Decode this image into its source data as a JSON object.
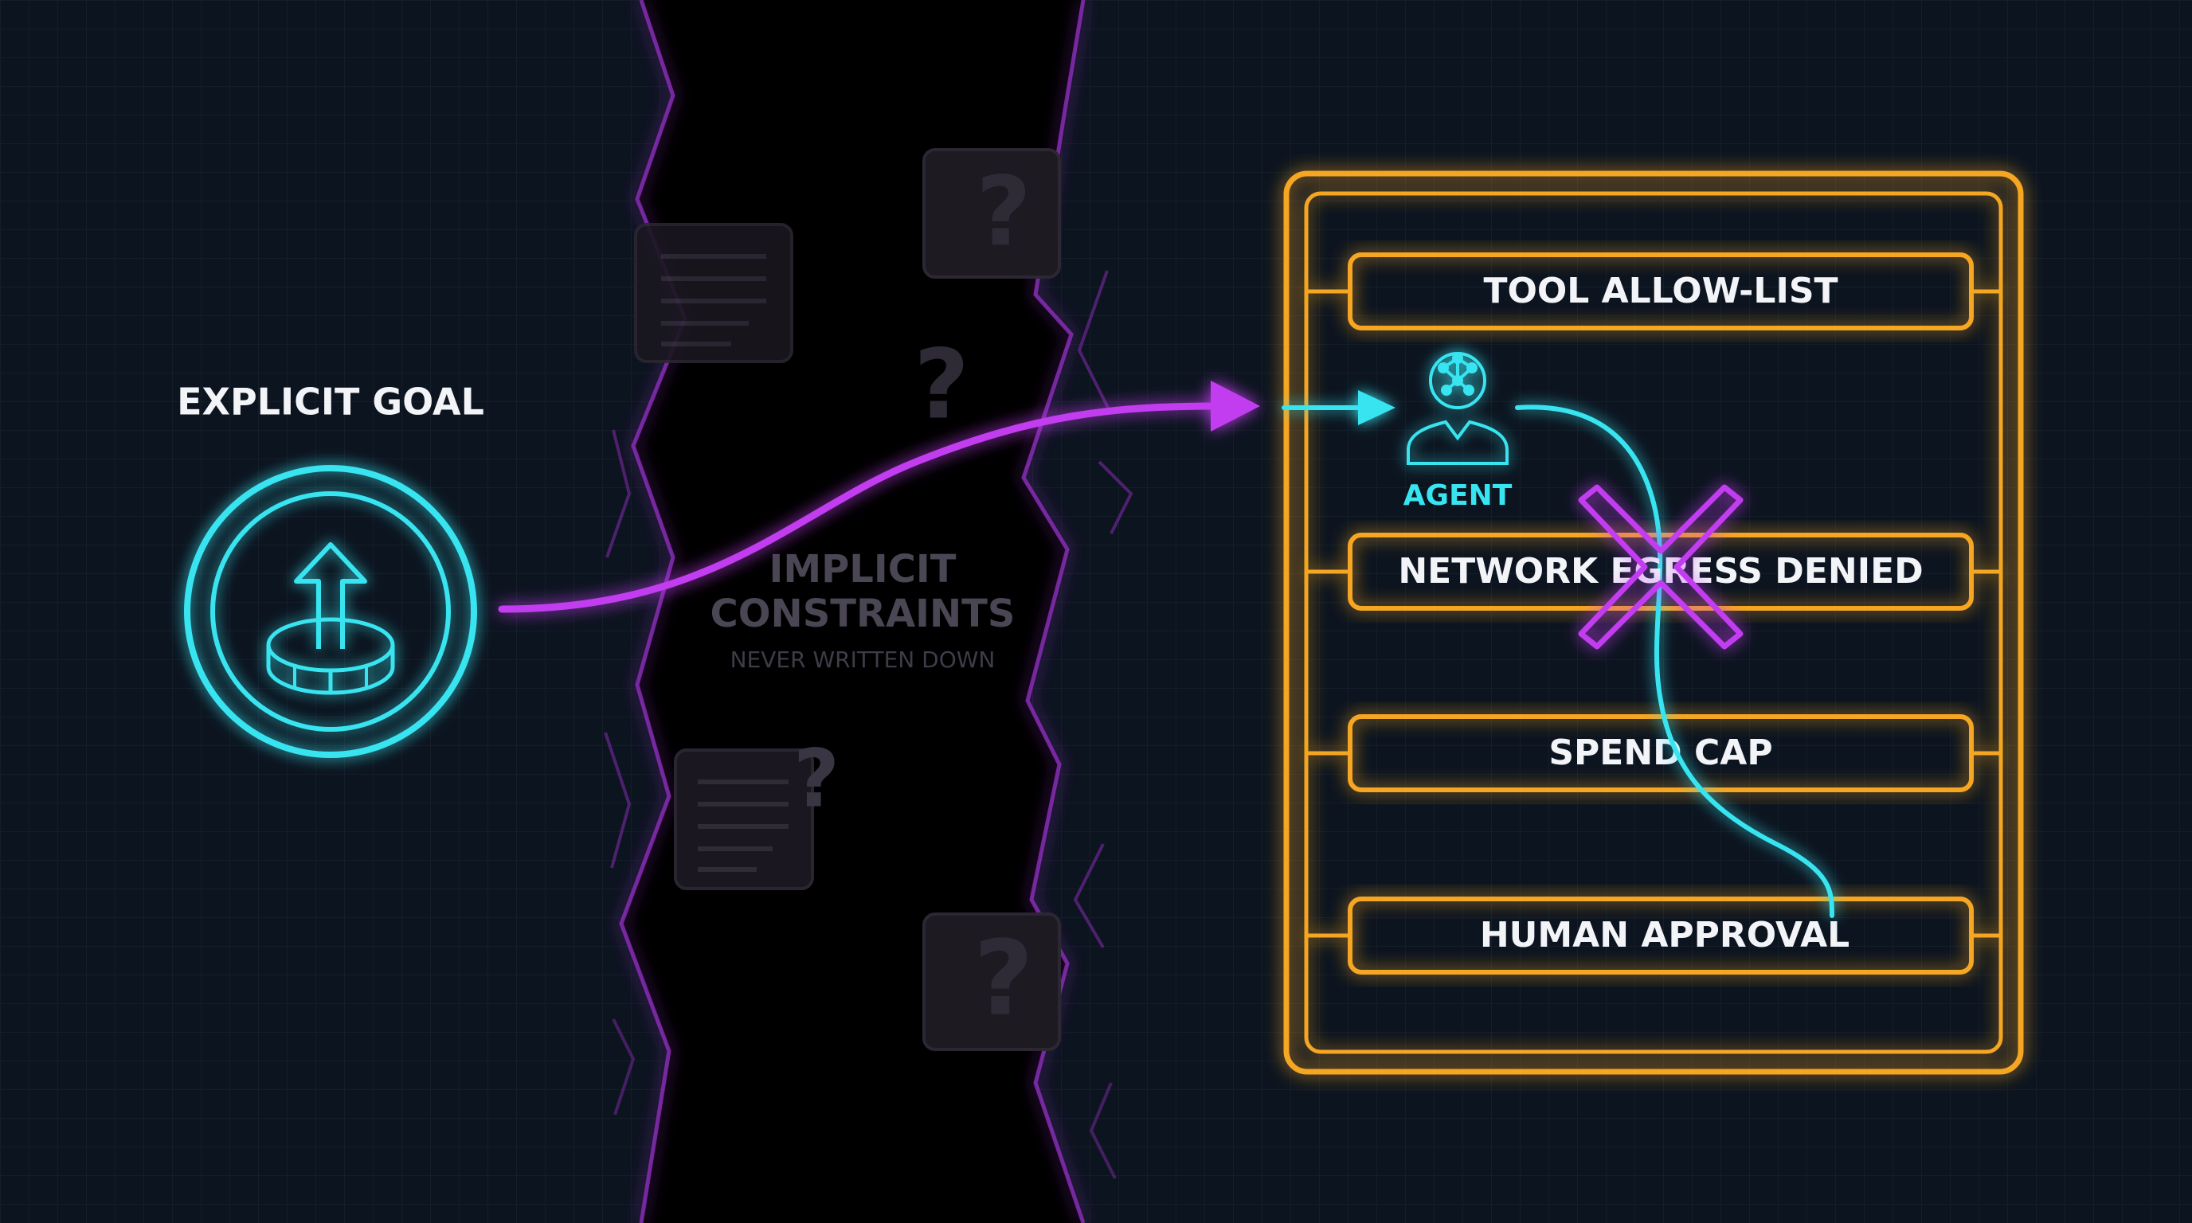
{
  "left": {
    "title": "EXPLICIT GOAL",
    "icon": "goal-upload-icon"
  },
  "middle": {
    "title_line1": "IMPLICIT",
    "title_line2": "CONSTRAINTS",
    "subtitle": "NEVER WRITTEN DOWN",
    "question_mark": "?"
  },
  "right": {
    "agent_label": "AGENT",
    "agent_icon": "agent-robot-icon",
    "bars": [
      {
        "label": "TOOL ALLOW-LIST"
      },
      {
        "label": "NETWORK EGRESS DENIED"
      },
      {
        "label": "SPEND CAP"
      },
      {
        "label": "HUMAN APPROVAL"
      }
    ],
    "blocked_icon": "cross-x-icon"
  },
  "colors": {
    "background": "#0c141f",
    "chasm": "#000000",
    "cyan": "#38e4f0",
    "magenta": "#c23cf0",
    "amber": "#f5a623",
    "ghost_gray": "#2e2a36"
  }
}
